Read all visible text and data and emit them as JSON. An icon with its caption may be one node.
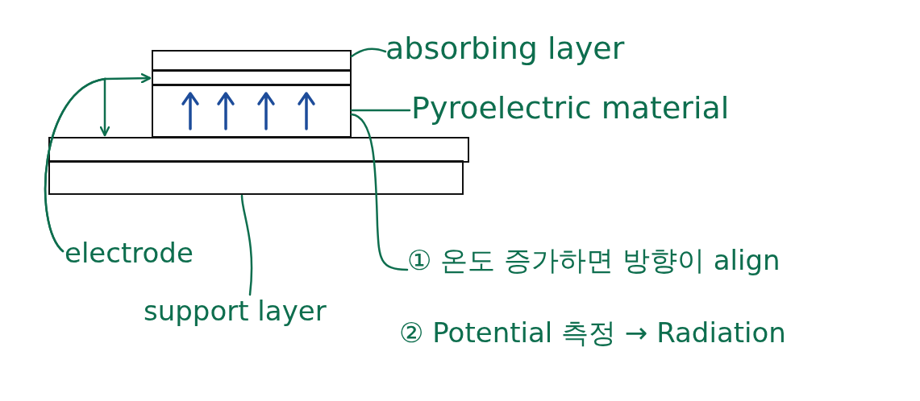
{
  "diagram": {
    "nodes": [
      {
        "text": [
          "absorbing layer"
        ]
      },
      {
        "text": [],
        "shape": "box"
      },
      {
        "text": [],
        "shape": "box"
      },
      {
        "text": [],
        "shape": "box"
      },
      {
        "text": [
          "Pyroelectric material"
        ]
      },
      {
        "text": [],
        "shape": "box"
      },
      {
        "text": [],
        "shape": "box"
      },
      {
        "text": [
          "electrode"
        ]
      },
      {
        "text": [
          "support layer"
        ]
      },
      {
        "text": [
          "① 온도 증가하면 방향이 align"
        ]
      }
    ],
    "edges": [
      {
        "from": 0,
        "to": 1,
        "arrow": "none"
      },
      {
        "from": 4,
        "to": 3,
        "arrow": "none"
      },
      {
        "from": 7,
        "to": 2,
        "arrow": "to"
      },
      {
        "from": 7,
        "to": 5,
        "arrow": "to"
      },
      {
        "from": 8,
        "to": 6,
        "arrow": "none"
      },
      {
        "from": 9,
        "to": 3,
        "arrow": "none"
      }
    ],
    "labels": [
      "② Potential 측정 → Radiation"
    ]
  }
}
